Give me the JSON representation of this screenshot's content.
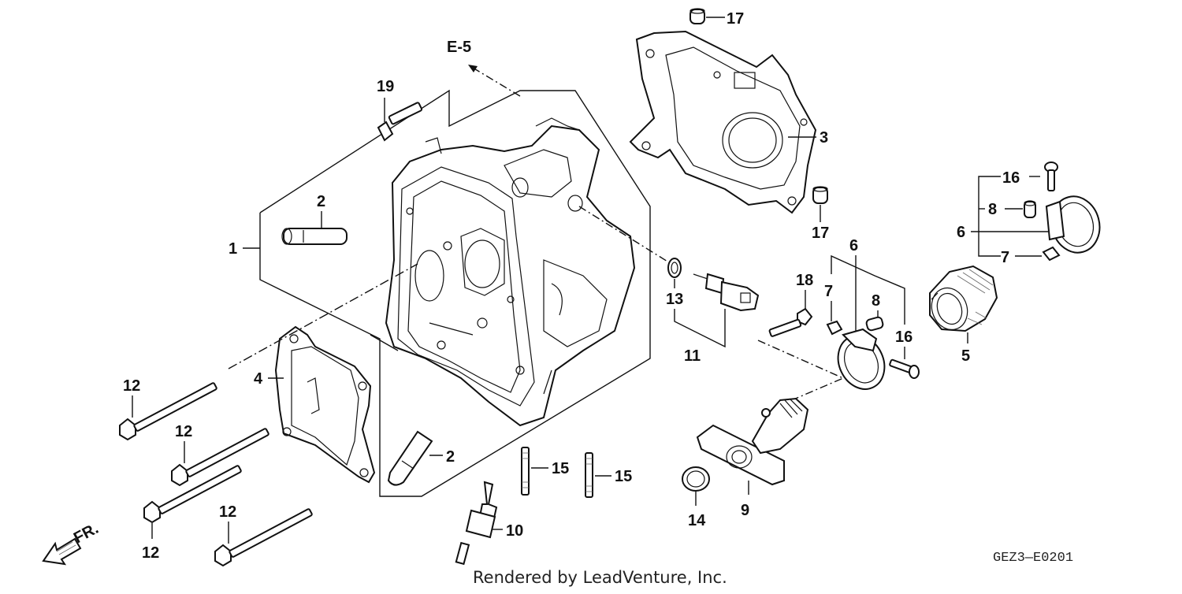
{
  "diagram": {
    "section_ref": "E-5",
    "part_code": "GEZ3—E0201",
    "front_marker": "FR.",
    "credit": "Rendered by LeadVenture, Inc."
  },
  "callouts": {
    "c1": "1",
    "c2a": "2",
    "c2b": "2",
    "c3": "3",
    "c4": "4",
    "c5": "5",
    "c6a": "6",
    "c6b": "6",
    "c7a": "7",
    "c7b": "7",
    "c8a": "8",
    "c8b": "8",
    "c9": "9",
    "c10": "10",
    "c11": "11",
    "c12a": "12",
    "c12b": "12",
    "c12c": "12",
    "c12d": "12",
    "c13": "13",
    "c14": "14",
    "c15a": "15",
    "c15b": "15",
    "c16a": "16",
    "c16b": "16",
    "c17a": "17",
    "c17b": "17",
    "c18": "18",
    "c19": "19"
  }
}
